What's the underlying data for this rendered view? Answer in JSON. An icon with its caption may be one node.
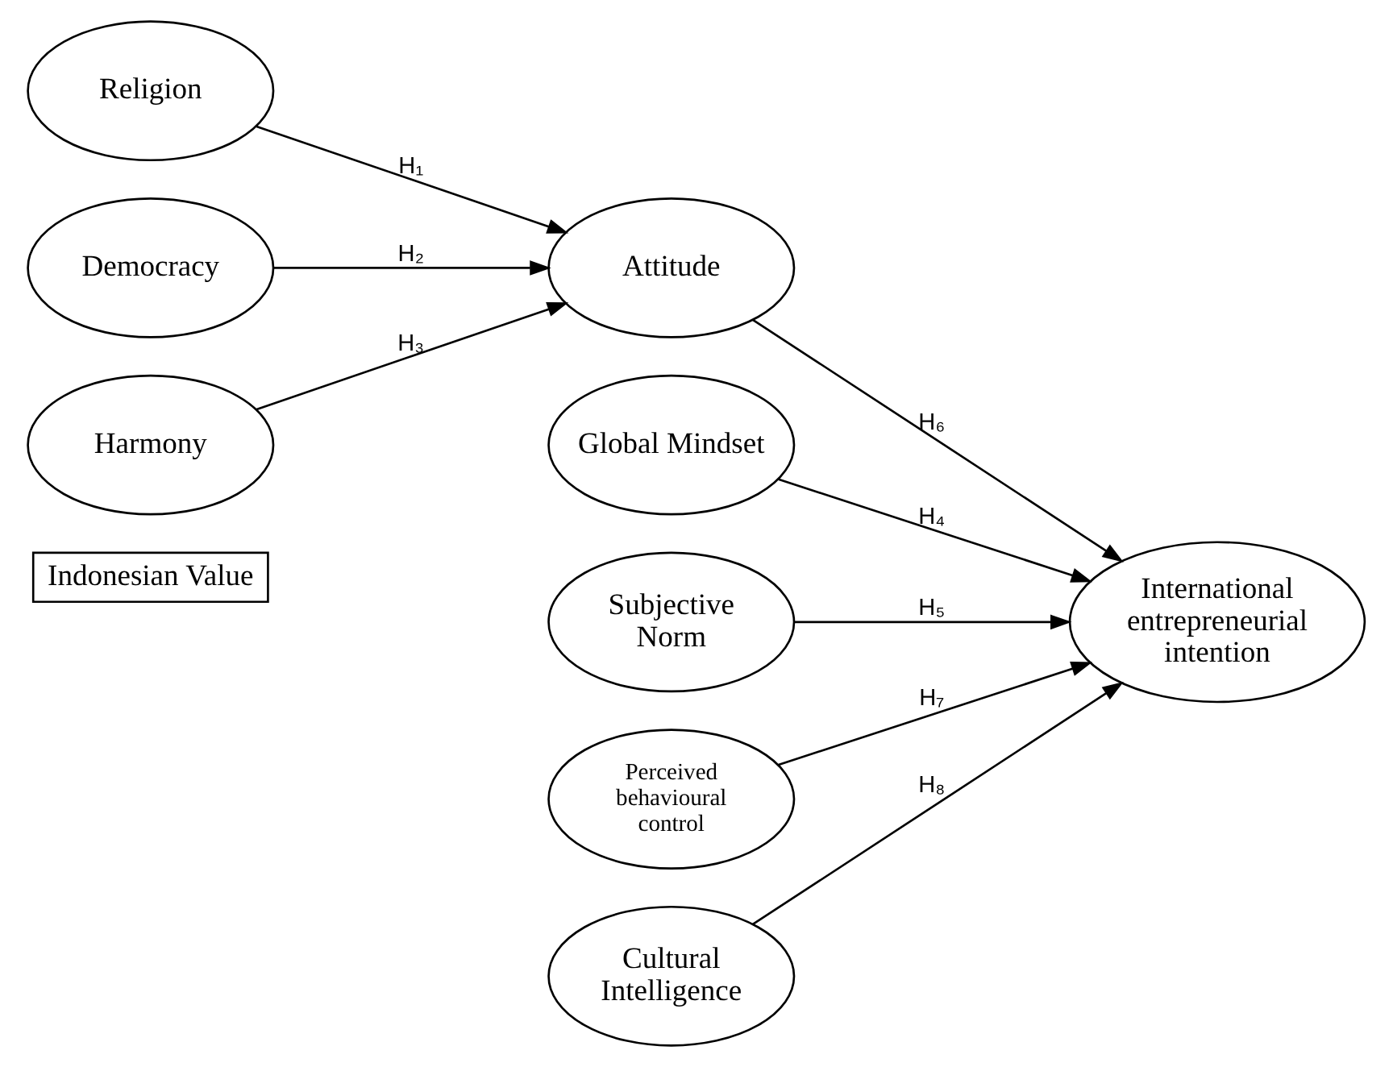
{
  "diagram": {
    "nodes": [
      {
        "text": [
          "Indonesian Value"
        ]
      },
      {
        "text": [
          "Religion"
        ]
      },
      {
        "text": [
          "Democracy"
        ]
      },
      {
        "text": [
          "Harmony"
        ]
      },
      {
        "text": [
          "Global Mindset"
        ]
      },
      {
        "text": [
          "Subjective Norm"
        ]
      },
      {
        "text": [
          "Attitude"
        ]
      },
      {
        "text": [
          "Perceived behavioural control"
        ]
      },
      {
        "text": [
          "Cultural Intelligence"
        ]
      },
      {
        "text": [
          "International entrepreneurial intention"
        ]
      }
    ],
    "edges": [
      {
        "from": 1,
        "to": 6,
        "arrow": "to",
        "label": "H₁"
      },
      {
        "from": 2,
        "to": 6,
        "arrow": "to",
        "label": "H₂"
      },
      {
        "from": 3,
        "to": 6,
        "arrow": "to",
        "label": "H₃"
      },
      {
        "from": 4,
        "to": 9,
        "arrow": "to",
        "label": "H₄"
      },
      {
        "from": 5,
        "to": 9,
        "arrow": "to",
        "label": "H₅"
      },
      {
        "from": 6,
        "to": 9,
        "arrow": "to",
        "label": "H₆"
      },
      {
        "from": 7,
        "to": 9,
        "arrow": "to",
        "label": "H₇"
      },
      {
        "from": 8,
        "to": 9,
        "arrow": "to",
        "label": "H₈"
      }
    ]
  }
}
